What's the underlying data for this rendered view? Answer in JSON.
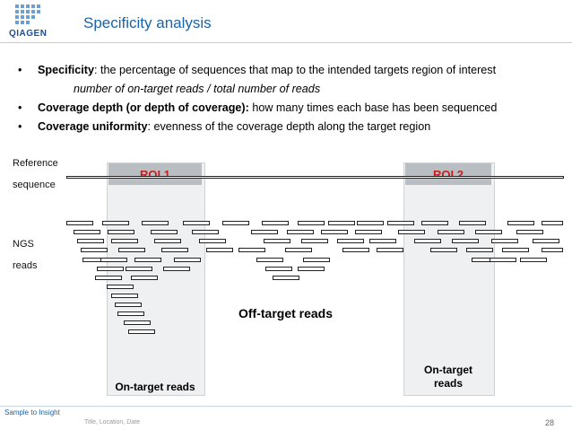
{
  "header": {
    "logo_text": "QIAGEN",
    "title": "Specificity analysis"
  },
  "bullets": [
    {
      "term": "Specificity",
      "text": ": the percentage of sequences that map to the intended targets region of interest"
    },
    {
      "sub": "number of on-target reads / total number of reads"
    },
    {
      "term": "Coverage depth (or depth of coverage):",
      "text": " how many times each base has been sequenced"
    },
    {
      "term": "Coverage uniformity",
      "text": ": evenness of the coverage depth along the target region"
    }
  ],
  "diagram": {
    "reference_label_line1": "Reference",
    "reference_label_line2": "sequence",
    "ngs_label_line1": "NGS",
    "ngs_label_line2": "reads",
    "roi1": "ROI 1",
    "roi2": "ROI 2",
    "off_target_label": "Off-target reads",
    "on_target_label_1": "On-target reads",
    "on_target_label_2_line1": "On-target",
    "on_target_label_2_line2": "reads"
  },
  "footer": {
    "tagline": "Sample to Insight",
    "meta": "Title, Location, Date",
    "page_number": "28"
  },
  "colors": {
    "title_blue": "#1b63a6",
    "roi_label_red": "#c81e1e",
    "roi_tag_grey": "#b9bec3",
    "roi_column": "#eef0f2",
    "logo_blue": "#1d4d8f"
  }
}
